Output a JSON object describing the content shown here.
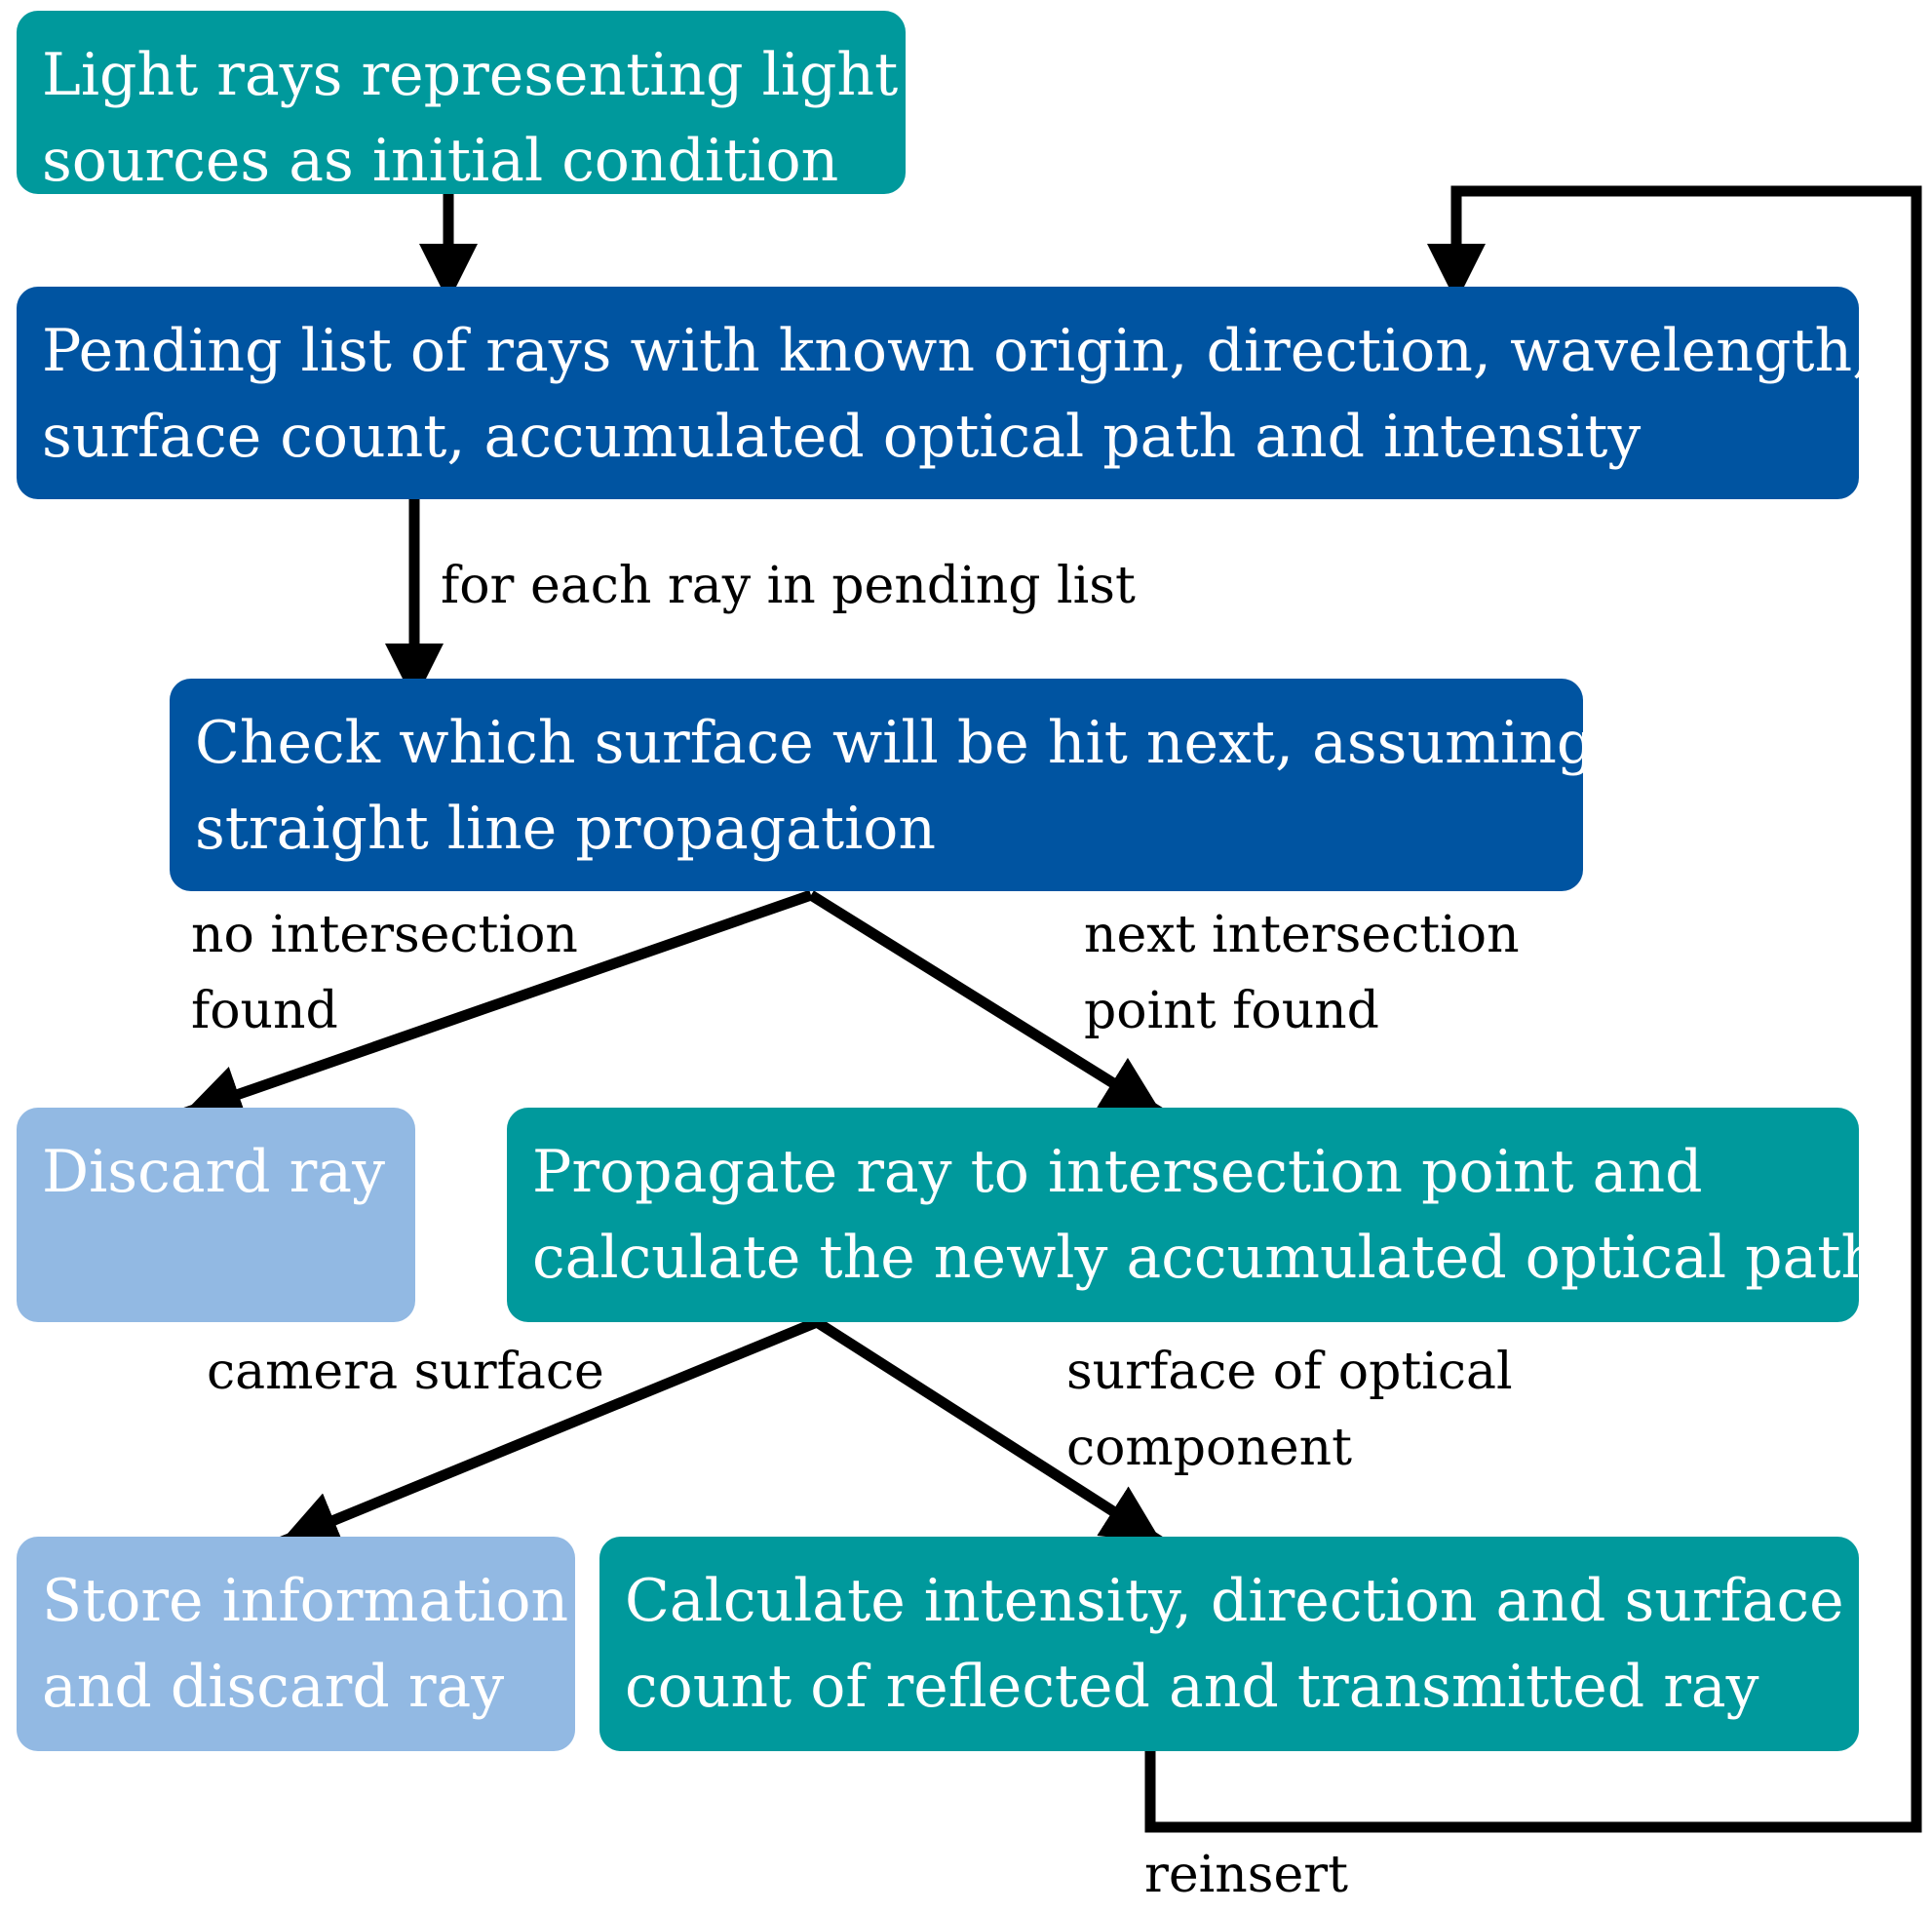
{
  "colors": {
    "teal": "#00999c",
    "blue": "#0054a1",
    "light_blue": "#92b9e3",
    "arrow": "#000000",
    "text_on_box": "#ffffff"
  },
  "boxes": {
    "light_sources": {
      "lines": [
        "Light rays representing light",
        "sources as initial condition"
      ]
    },
    "pending_list": {
      "lines": [
        "Pending list of rays with known origin, direction, wavelength,",
        "surface count, accumulated optical path and intensity"
      ]
    },
    "check_surface": {
      "lines": [
        "Check which surface will be hit next, assuming",
        "straight line propagation"
      ]
    },
    "discard": {
      "lines": [
        "Discard ray"
      ]
    },
    "propagate": {
      "lines": [
        "Propagate ray to intersection point and",
        "calculate the newly accumulated optical path"
      ]
    },
    "store": {
      "lines": [
        "Store information",
        "and discard ray"
      ]
    },
    "calculate": {
      "lines": [
        "Calculate intensity, direction and surface",
        "count of reflected and transmitted ray"
      ]
    }
  },
  "labels": {
    "for_each": {
      "lines": [
        "for each ray in pending list"
      ]
    },
    "no_intersection": {
      "lines": [
        "no intersection",
        "found"
      ]
    },
    "next_intersection": {
      "lines": [
        "next intersection",
        "point found"
      ]
    },
    "camera_surface": {
      "lines": [
        "camera surface"
      ]
    },
    "optical_component": {
      "lines": [
        "surface of optical",
        "component"
      ]
    },
    "reinsert": {
      "lines": [
        "reinsert"
      ]
    }
  }
}
